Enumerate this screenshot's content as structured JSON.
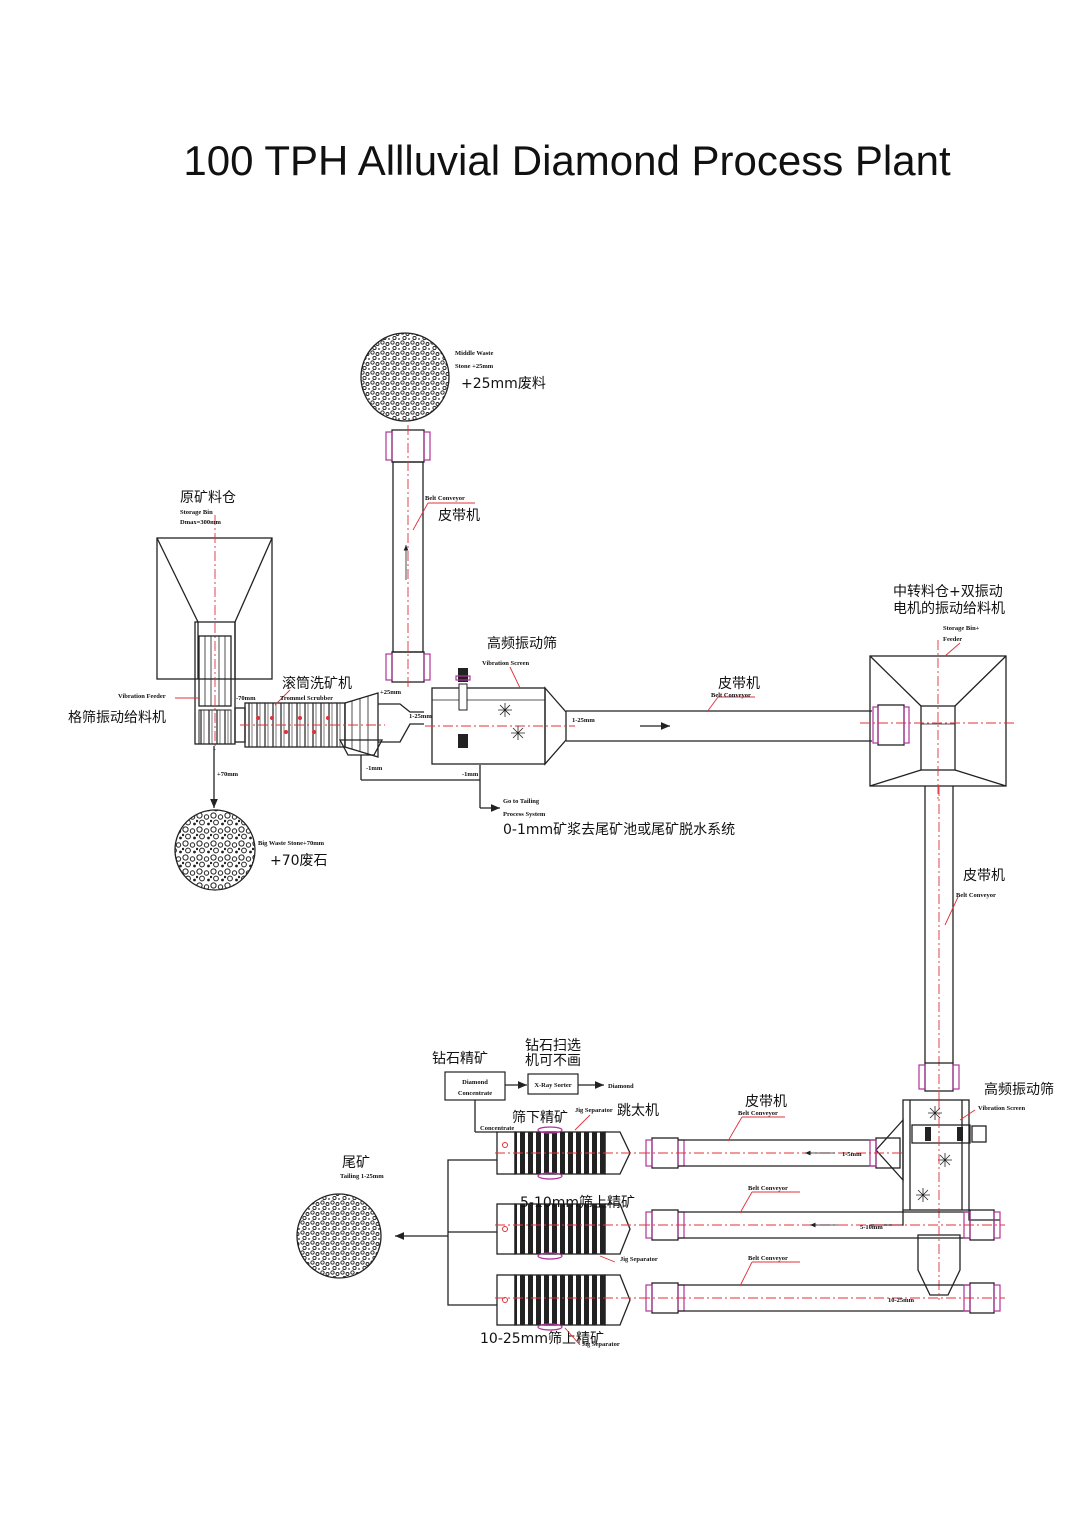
{
  "title": "100 TPH Allluvial Diamond Process Plant",
  "labels": {
    "middle_waste_en1": "Middle Waste",
    "middle_waste_en2": "Stone +25mm",
    "middle_waste_cn": "+25mm废料",
    "belt_conveyor_1_en": "Belt Conveyor",
    "belt_conveyor_1_cn": "皮带机",
    "storage_bin_cn": "原矿料仓",
    "storage_bin_en1": "Storage Bin",
    "storage_bin_en2": "Dmax=300mm",
    "vibration_feeder_en": "Vibration Feeder",
    "vibration_feeder_cn": "格筛振动给料机",
    "minus70": "-70mm",
    "plus70": "+70mm",
    "big_waste_en": "Big Waste Stone+70mm",
    "big_waste_cn": "+70废石",
    "trommel_cn": "滚筒洗矿机",
    "trommel_en": "Trommel Scrubber",
    "plus25": "+25mm",
    "size_1_25_a": "1-25mm",
    "minus1_a": "-1mm",
    "minus1_b": "-1mm",
    "hf_screen_1_cn": "高频振动筛",
    "hf_screen_1_en": "Vibration Screen",
    "size_1_25_b": "1-25mm",
    "belt_conveyor_2_cn": "皮带机",
    "belt_conveyor_2_en": "Belt Conveyor",
    "tailing_en1": "Go to Tailing",
    "tailing_en2": "Process System",
    "tailing_cn": "0-1mm矿浆去尾矿池或尾矿脱水系统",
    "transfer_bin_cn1": "中转料仓+双振动",
    "transfer_bin_cn2": "电机的振动给料机",
    "transfer_bin_en1": "Storage Bin+",
    "transfer_bin_en2": "Feeder",
    "belt_conveyor_3_cn": "皮带机",
    "belt_conveyor_3_en": "Belt Conveyor",
    "diamond_conc_cn": "钻石精矿",
    "diamond_conc_box1": "Diamond",
    "diamond_conc_box2": "Concentrate",
    "xray_cn1": "钻石扫选",
    "xray_cn2": "机可不画",
    "xray_box": "X-Ray Sorter",
    "diamond_out": "Diamond",
    "hf_screen_2_cn": "高频振动筛",
    "hf_screen_2_en": "Vibration Screen",
    "belt_conveyor_4_cn": "皮带机",
    "belt_conveyor_4_en": "Belt Conveyor",
    "undersize_conc_cn": "筛下精矿",
    "jig_1_en": "Jig Separator",
    "jig_cn": "跳太机",
    "concentrate_en": "Concentrate",
    "size_1_5": "1-5mm",
    "tailing_1_cn": "尾矿",
    "tailing_1_en": "Tailing 1-25mm",
    "size_5_10_cn": "5-10mm筛上精矿",
    "belt_conveyor_5_en": "Belt Conveyor",
    "size_5_10": "5-10mm",
    "jig_2_en": "Jig Separator",
    "belt_conveyor_6_en": "Belt Conveyor",
    "size_10_25": "10-25mm",
    "size_10_25_cn": "10-25mm筛上精矿",
    "jig_3_en": "Jig Separator"
  }
}
